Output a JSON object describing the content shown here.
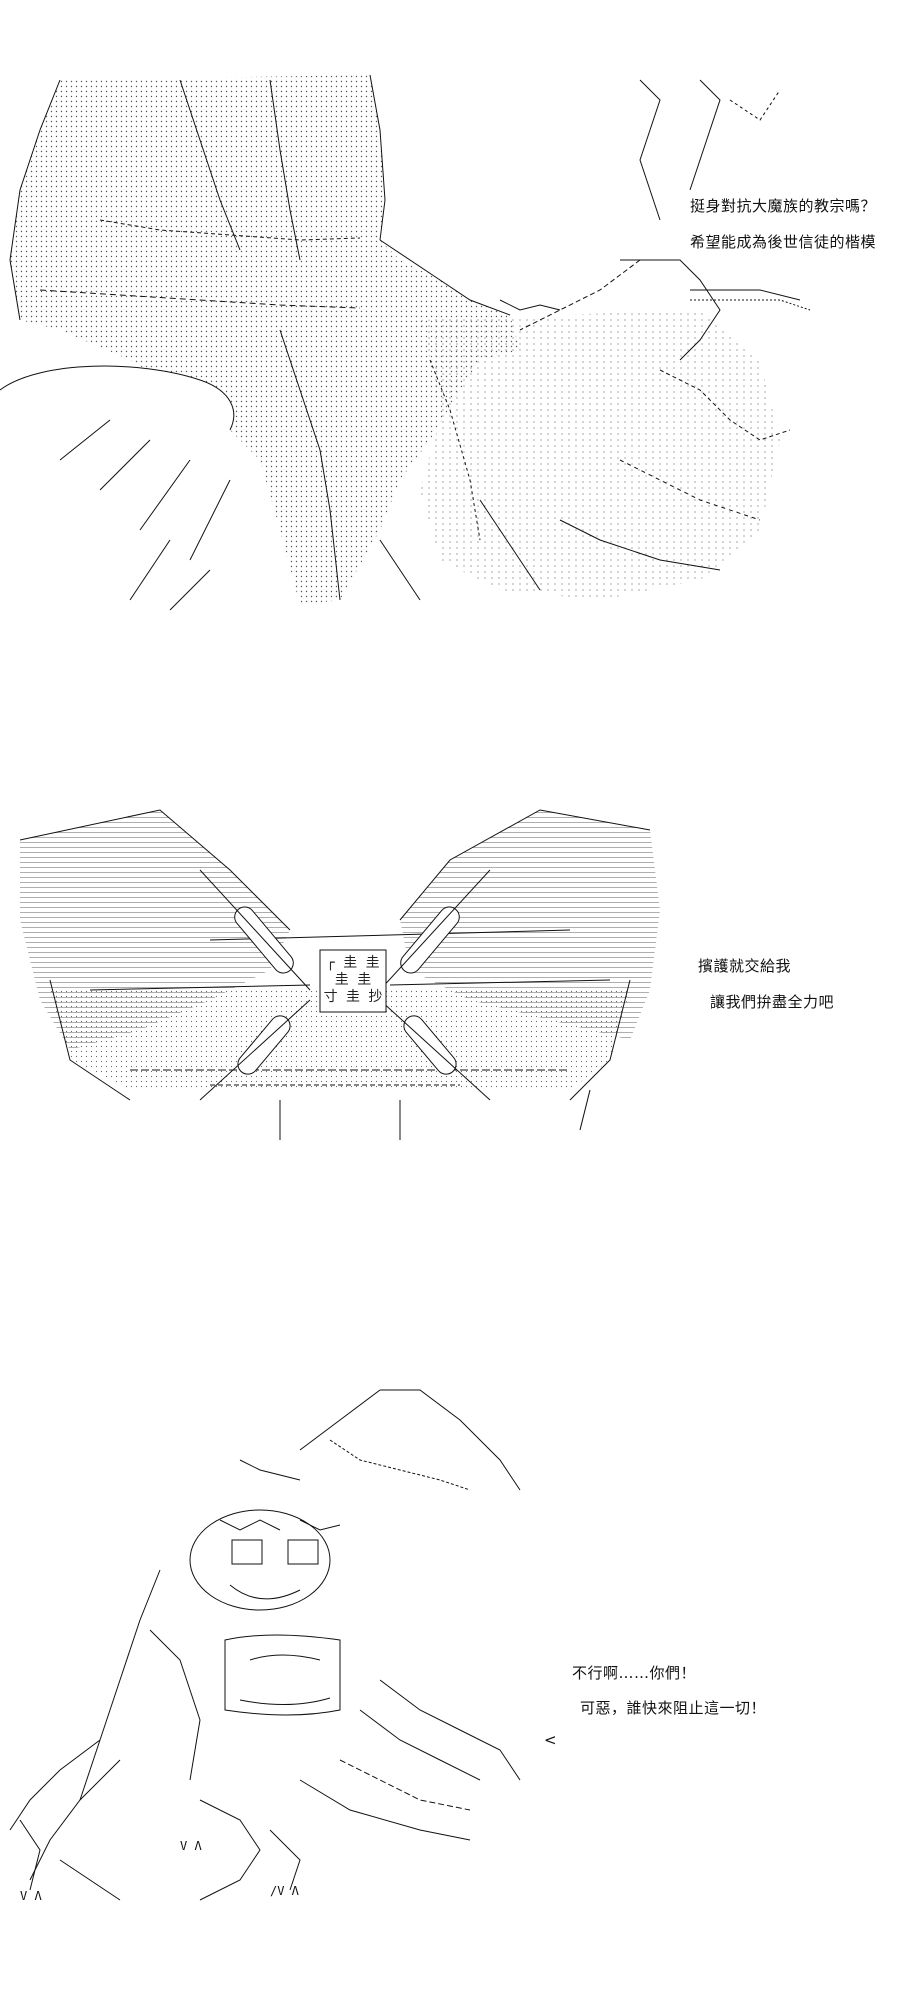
{
  "panels": [
    {
      "lines": [
        "挺身對抗大魔族的教宗嗎？",
        "希望能成為後世信徒的楷模"
      ]
    },
    {
      "lines": [
        "擯護就交給我",
        "讓我們拚盡全力吧"
      ],
      "sign_top": "┌ 圭 圭",
      "sign_mid": "圭 圭",
      "sign_bottom": "寸 圭 抄"
    },
    {
      "lines": [
        "不行啊……你們！",
        "可惡，誰快來阻止這一切！"
      ]
    }
  ],
  "colors": {
    "ink": "#111111",
    "paper": "#ffffff",
    "stipple": "#555555"
  }
}
